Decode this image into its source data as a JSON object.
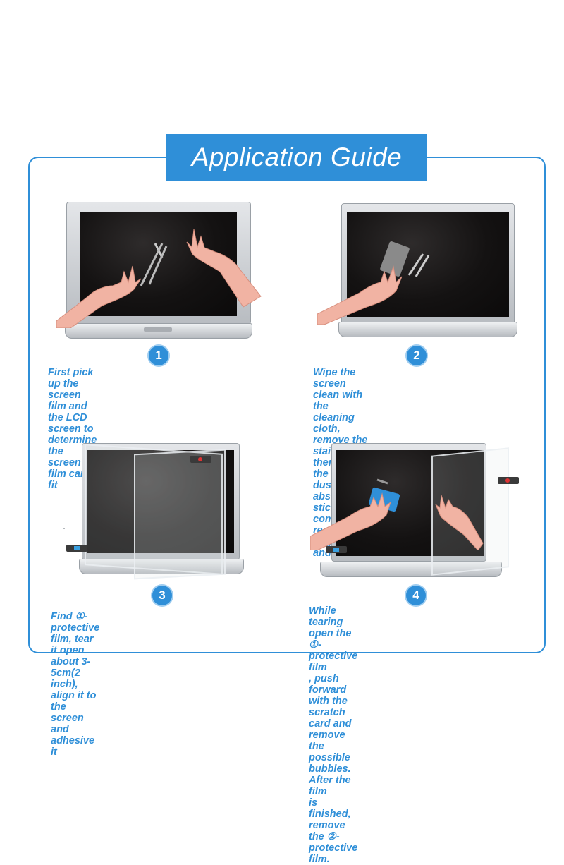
{
  "header": {
    "title": "Application Guide"
  },
  "steps": [
    {
      "number": "1",
      "text": "First pick up the screen film and the LCD\nscreen to determine the screen film can fit"
    },
    {
      "number": "2",
      "text": "Wipe the screen clean with the cleaning\ncloth, remove the stains, and then use the\ndust absorber sticker to completely remove\nfingerprints and dust."
    },
    {
      "number": "3",
      "text": "Find ①-protective film, tear it open\nabout 3-5cm(2 inch), align it to the screen\nand adhesive it"
    },
    {
      "number": "4",
      "text": "While tearing open the ①-protective film\n, push forward with the scratch card and\nremove the possible bubbles. After the film\nis finished, remove the ②-protective film."
    }
  ],
  "colors": {
    "accent": "#2f8fd8",
    "skin": "#f1b3a3"
  }
}
